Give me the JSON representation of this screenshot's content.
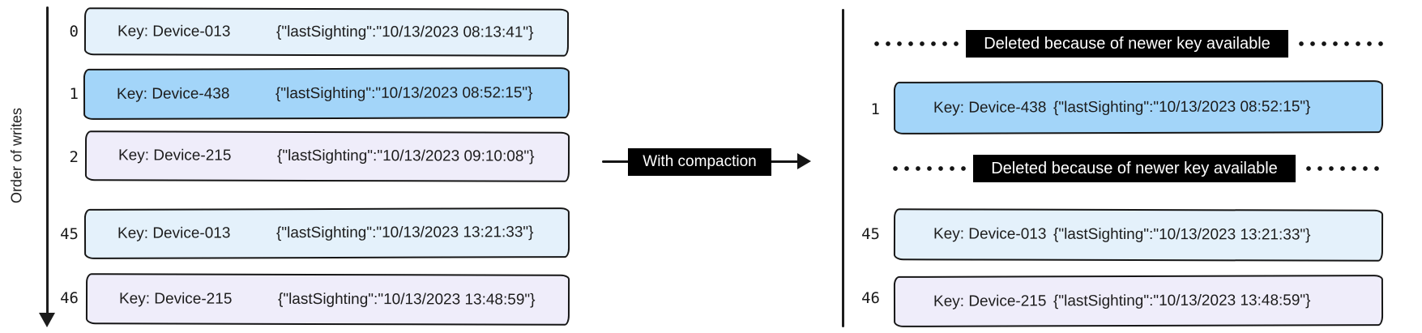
{
  "left_log": {
    "axis_label": "Order of writes",
    "rows": [
      {
        "index": "0",
        "key": "Key: Device-013",
        "value": "{\"lastSighting\":\"10/13/2023 08:13:41\"}",
        "color": "light_blue"
      },
      {
        "index": "1",
        "key": "Key: Device-438",
        "value": "{\"lastSighting\":\"10/13/2023 08:52:15\"}",
        "color": "blue"
      },
      {
        "index": "2",
        "key": "Key: Device-215",
        "value": "{\"lastSighting\":\"10/13/2023 09:10:08\"}",
        "color": "lavender"
      },
      {
        "index": "45",
        "key": "Key: Device-013",
        "value": "{\"lastSighting\":\"10/13/2023 13:21:33\"}",
        "color": "light_blue"
      },
      {
        "index": "46",
        "key": "Key: Device-215",
        "value": "{\"lastSighting\":\"10/13/2023 13:48:59\"}",
        "color": "lavender"
      }
    ]
  },
  "transition": {
    "label": "With compaction"
  },
  "right_log": {
    "deleted_label": "Deleted because of newer key available",
    "rows": [
      {
        "index": "1",
        "key": "Key: Device-438",
        "value": "{\"lastSighting\":\"10/13/2023 08:52:15\"}",
        "color": "blue"
      },
      {
        "index": "45",
        "key": "Key: Device-013",
        "value": "{\"lastSighting\":\"10/13/2023 13:21:33\"}",
        "color": "light_blue"
      },
      {
        "index": "46",
        "key": "Key: Device-215",
        "value": "{\"lastSighting\":\"10/13/2023 13:48:59\"}",
        "color": "lavender"
      }
    ]
  },
  "colors": {
    "record_light_blue": "#e4f1fb",
    "record_blue": "#a3d5f9",
    "record_lavender": "#efedfa",
    "stroke": "#161616",
    "label_background": "#000000",
    "label_text": "#ffffff"
  }
}
